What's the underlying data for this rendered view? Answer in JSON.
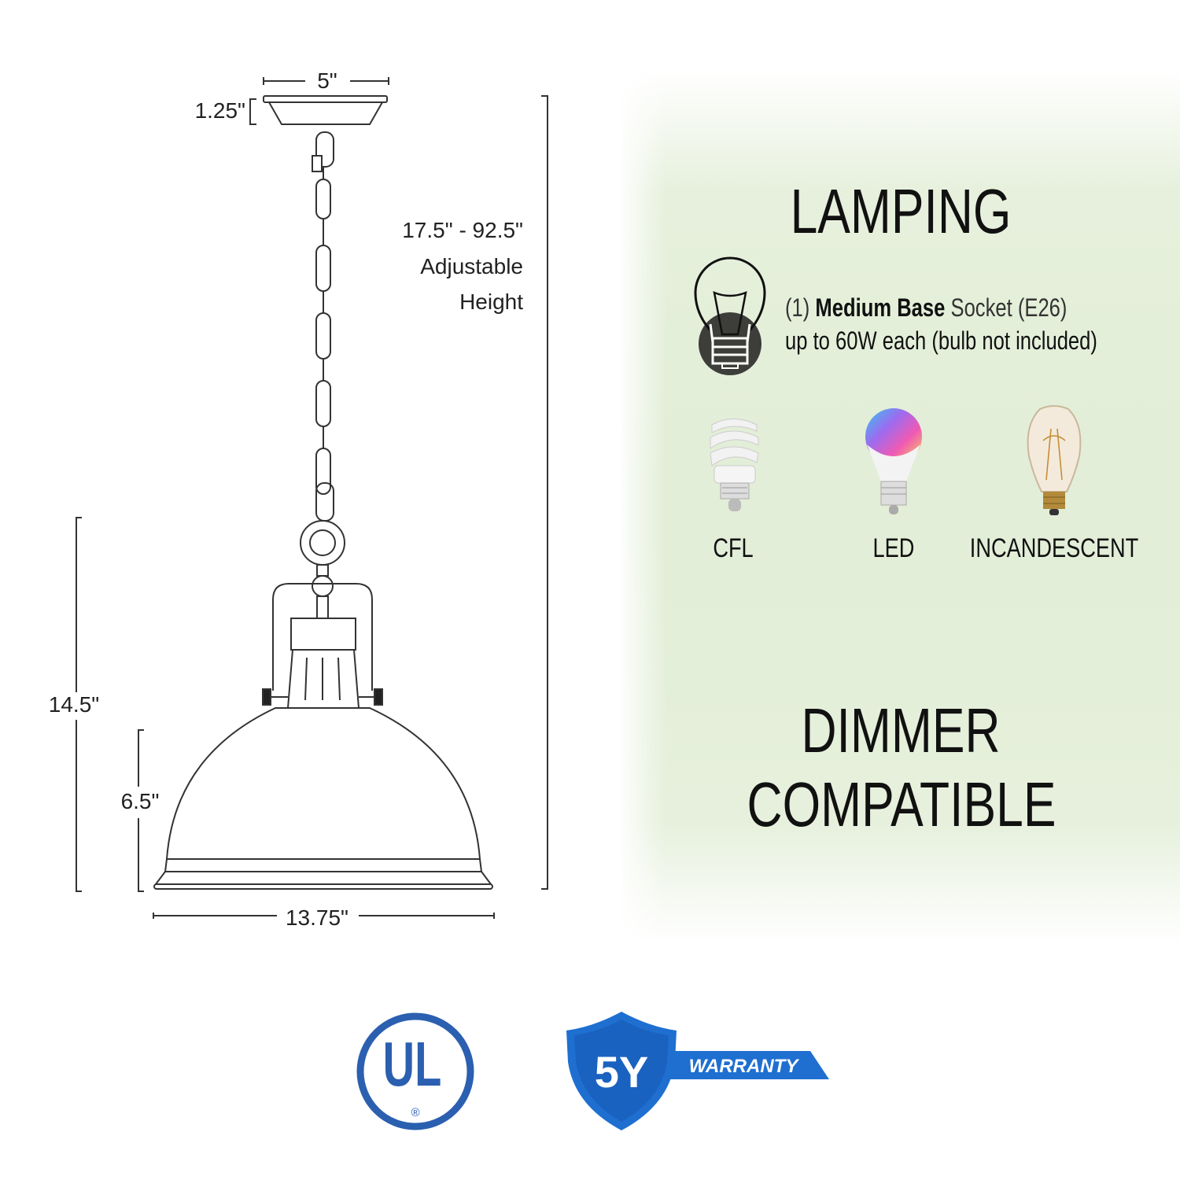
{
  "dimensions": {
    "canopy_width": "5\"",
    "canopy_height": "1.25\"",
    "adjustable_range": "17.5\" - 92.5\"",
    "adjustable_line2": "Adjustable",
    "adjustable_line3": "Height",
    "fixture_height": "14.5\"",
    "shade_height": "6.5\"",
    "shade_width": "13.75\""
  },
  "lamping": {
    "title": "LAMPING",
    "socket_prefix": "(1)",
    "socket_bold": "Medium Base",
    "socket_suffix": "Socket (E26)",
    "wattage": "up to 60W each (bulb not included)",
    "bulb_icon": "light-bulb-icon",
    "bulb_types": [
      {
        "label": "CFL",
        "icon": "cfl-bulb-icon"
      },
      {
        "label": "LED",
        "icon": "led-bulb-icon"
      },
      {
        "label": "INCANDESCENT",
        "icon": "incandescent-bulb-icon"
      }
    ]
  },
  "dimmer": {
    "line1": "DIMMER",
    "line2": "COMPATIBLE"
  },
  "badges": {
    "ul": {
      "text": "UL",
      "mark": "®"
    },
    "warranty": {
      "years": "5Y",
      "label": "WARRANTY"
    }
  },
  "colors": {
    "panel_green": "#e2eed7",
    "badge_blue": "#1f6fd1",
    "ul_blue": "#2b5fb0",
    "icon_dark": "#3d3d3a"
  }
}
